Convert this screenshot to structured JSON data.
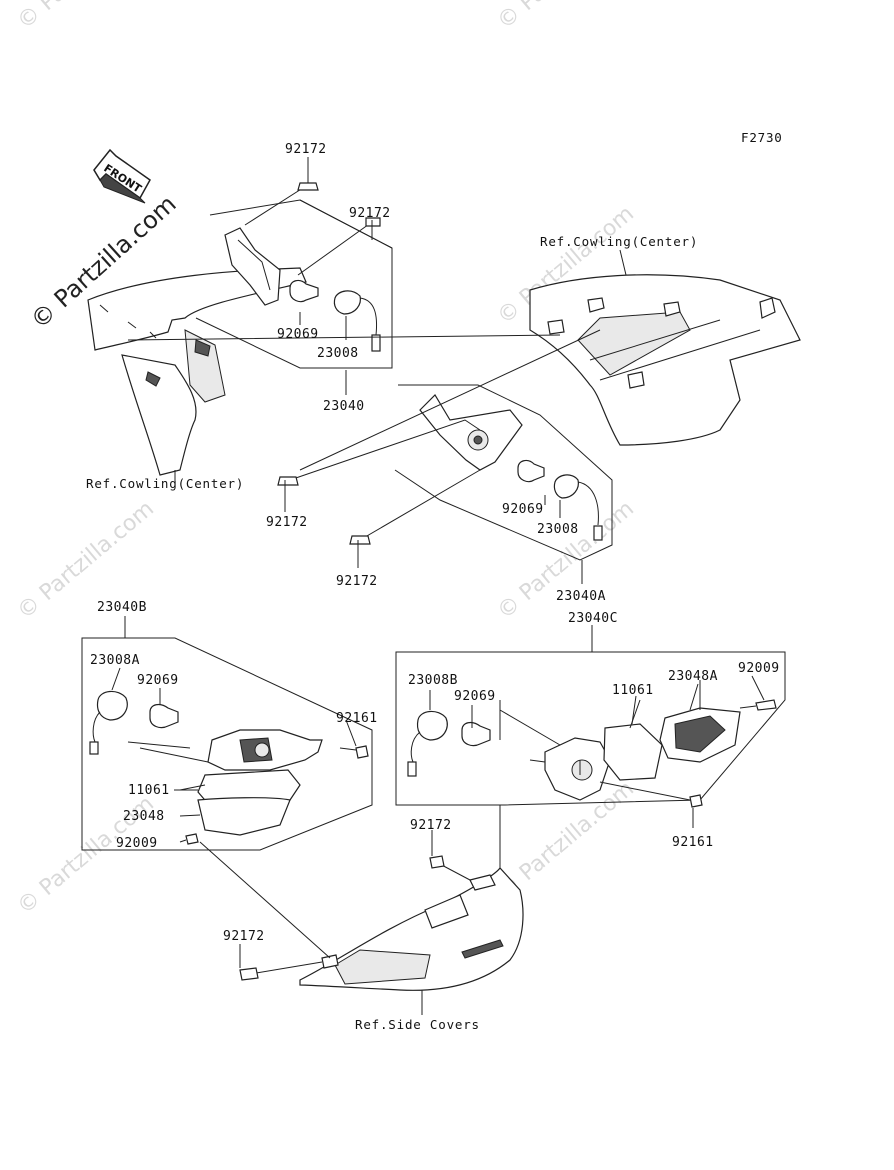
{
  "figure_code": "F2730",
  "front_label": "FRONT",
  "watermark": "© Partzilla.com",
  "watermark_faint": "© Partzilla.com",
  "callouts": {
    "bolt_top_1": "92172",
    "bolt_top_2": "92172",
    "bulb_left": "92069",
    "socket_left": "23008",
    "assy_left": "23040",
    "ref_cowling_left": "Ref.Cowling(Center)",
    "ref_cowling_right": "Ref.Cowling(Center)",
    "bolt_mid_1": "92172",
    "bolt_mid_2": "92172",
    "bulb_mid": "92069",
    "socket_mid": "23008",
    "assy_mid": "23040A",
    "assy_b": "23040B",
    "socket_b": "23008A",
    "bulb_b": "92069",
    "nut_b": "92161",
    "gasket_b": "11061",
    "lens_b": "23048",
    "screw_b": "92009",
    "assy_c": "23040C",
    "socket_c": "23008B",
    "bulb_c": "92069",
    "gasket_c": "11061",
    "lens_c": "23048A",
    "screw_c": "92009",
    "nut_c": "92161",
    "bolt_low_1": "92172",
    "bolt_low_2": "92172",
    "ref_side_covers": "Ref.Side Covers"
  }
}
